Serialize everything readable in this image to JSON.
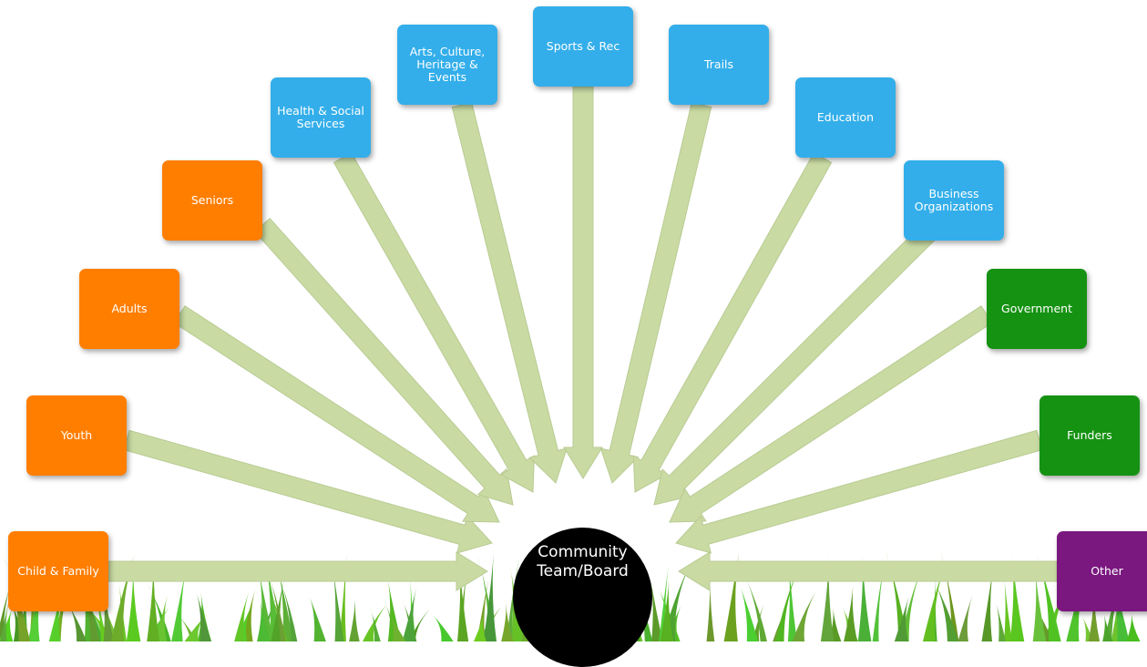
{
  "center": {
    "label": "Community\nTeam/Board",
    "color": "#000000"
  },
  "colors": {
    "blue": "#33aeea",
    "orange": "#ff7e00",
    "green": "#159212",
    "purple": "#7a187f",
    "arrow": "#c9dba3",
    "grass": "#74bf2e"
  },
  "nodes": [
    {
      "id": "child-family",
      "label": "Child & Family",
      "group": "orange"
    },
    {
      "id": "youth",
      "label": "Youth",
      "group": "orange"
    },
    {
      "id": "adults",
      "label": "Adults",
      "group": "orange"
    },
    {
      "id": "seniors",
      "label": "Seniors",
      "group": "orange"
    },
    {
      "id": "health",
      "label": "Health & Social\nServices",
      "group": "blue"
    },
    {
      "id": "arts",
      "label": "Arts, Culture,\nHeritage &\nEvents",
      "group": "blue"
    },
    {
      "id": "sports",
      "label": "Sports & Rec",
      "group": "blue"
    },
    {
      "id": "trails",
      "label": "Trails",
      "group": "blue"
    },
    {
      "id": "education",
      "label": "Education",
      "group": "blue"
    },
    {
      "id": "business",
      "label": "Business\nOrganizations",
      "group": "blue"
    },
    {
      "id": "government",
      "label": "Government",
      "group": "green"
    },
    {
      "id": "funders",
      "label": "Funders",
      "group": "green"
    },
    {
      "id": "other",
      "label": "Other",
      "group": "purple"
    }
  ]
}
